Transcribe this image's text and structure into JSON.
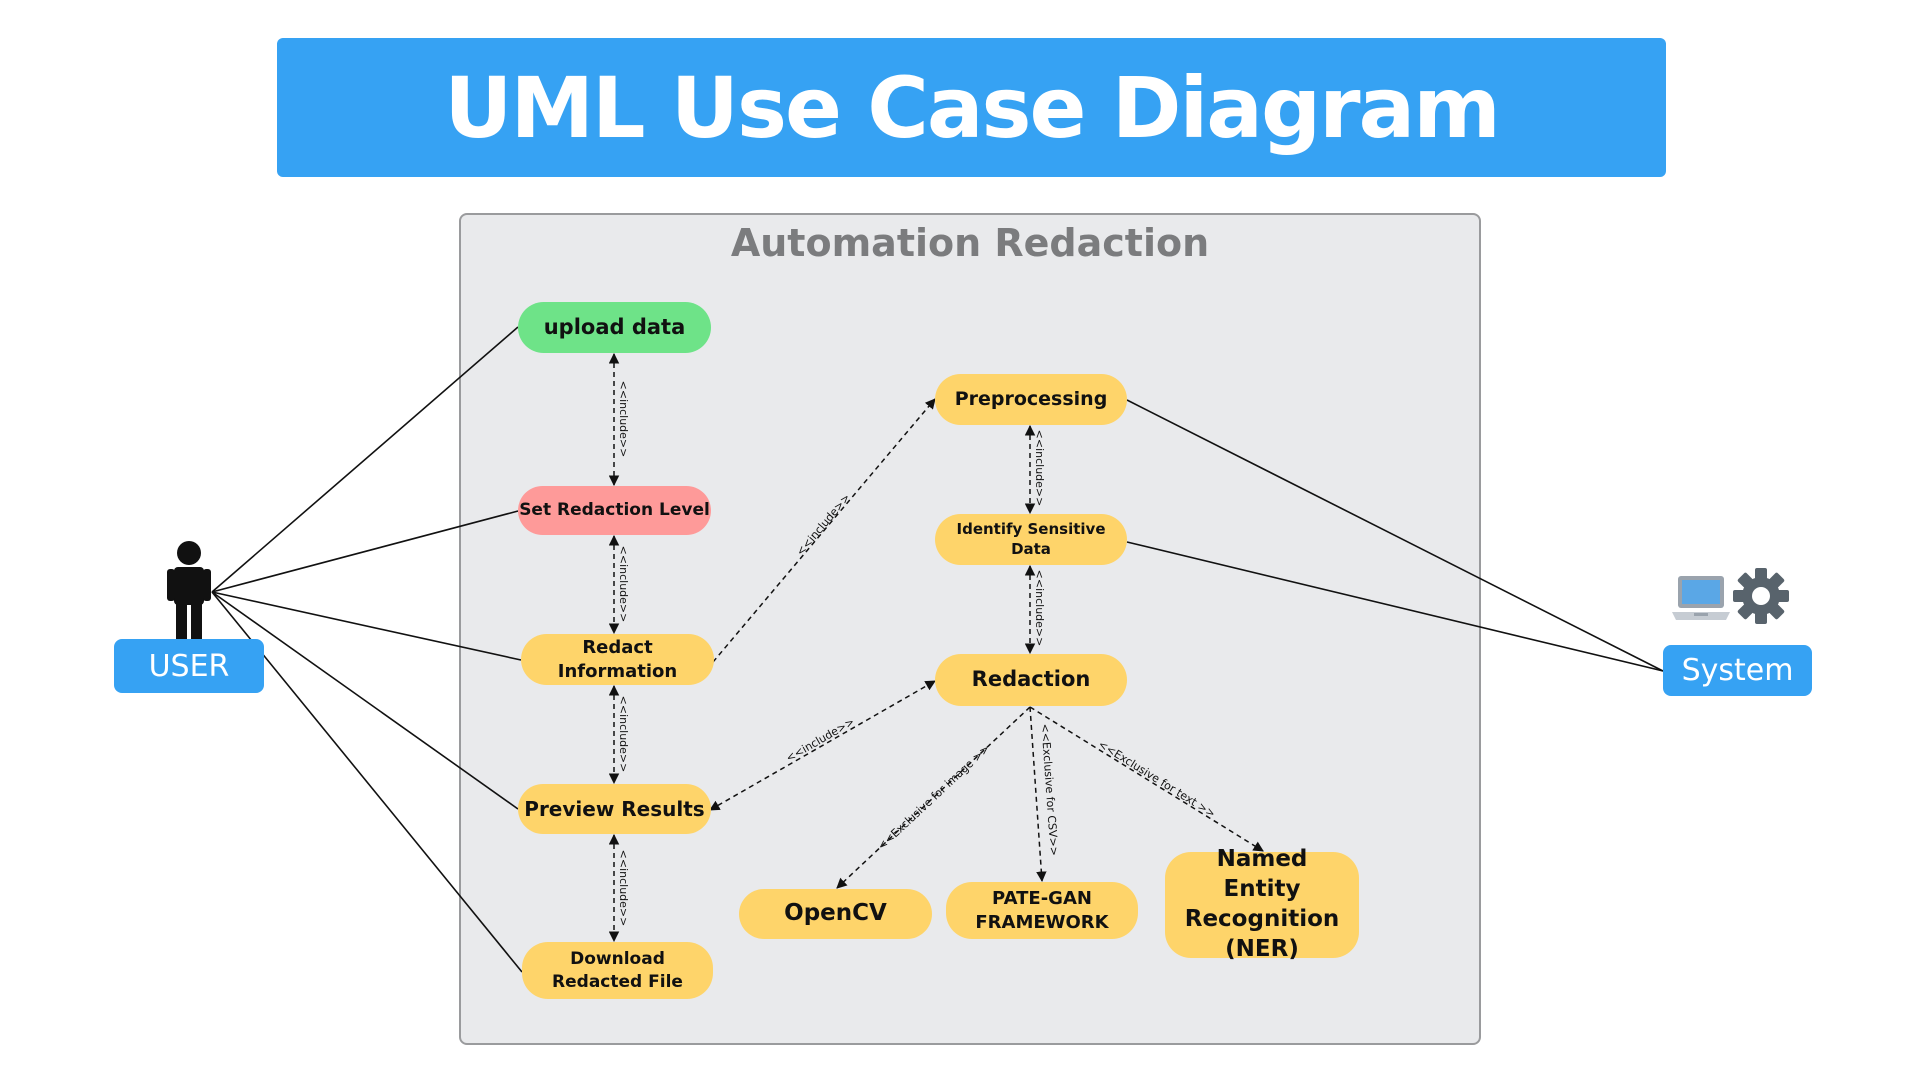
{
  "title": "UML Use Case Diagram",
  "system_boundary": {
    "title": "Automation Redaction"
  },
  "actors": {
    "user": "USER",
    "system": "System"
  },
  "icons": {
    "user": "person-icon",
    "laptop": "laptop-icon",
    "gear": "gear-icon"
  },
  "use_cases": {
    "upload": "upload data",
    "set_level": "Set Redaction Level",
    "redact_info": "Redact Information",
    "preview": "Preview Results",
    "download": "Download Redacted File",
    "preprocessing": "Preprocessing",
    "identify": "Identify Sensitive Data",
    "redaction": "Redaction",
    "opencv": "OpenCV",
    "pategan": "PATE-GAN FRAMEWORK",
    "ner": "Named Entity Recognition (NER)"
  },
  "relationship_labels": {
    "include": "<<include>>",
    "include_right": "<<include>>",
    "excl_image": "<<Exclusive for image >>",
    "excl_csv": "<<Exclusive for CSV>>",
    "excl_text": "<<Exclusive for text >>"
  },
  "colors": {
    "banner": "#36a2f3",
    "boundary": "#e9eaec",
    "usecase_default": "#fed46a",
    "usecase_upload": "#6ee388",
    "usecase_level": "#fe9a99"
  }
}
